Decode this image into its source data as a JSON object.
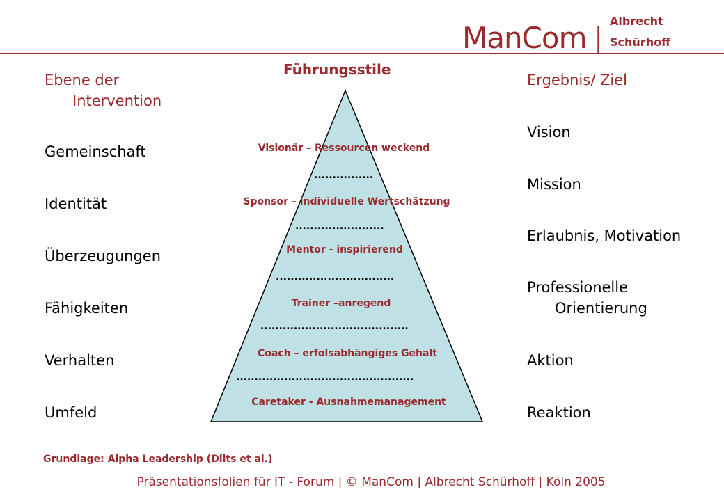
{
  "logo": {
    "brand": "ManCom",
    "separator": "|",
    "name": "Albrecht Schürhoff"
  },
  "colors": {
    "accent": "#9b2a2e",
    "pyramid_fill": "#bfe0e4"
  },
  "diagram_title": "Führungsstile",
  "left_column": {
    "header_line1": "Ebene der",
    "header_line2": "Intervention",
    "items": [
      "Gemeinschaft",
      "Identität",
      "Überzeugungen",
      "Fähigkeiten",
      "Verhalten",
      "Umfeld"
    ]
  },
  "right_column": {
    "header": "Ergebnis/ Ziel",
    "items": [
      "Vision",
      "Mission",
      "Erlaubnis, Motivation",
      "Professionelle",
      "Orientierung",
      "Aktion",
      "Reaktion"
    ]
  },
  "pyramid": {
    "levels": [
      "Visionär – Ressourcen weckend",
      "Sponsor – individuelle Wertschätzung",
      "Mentor - inspirierend",
      "Trainer –anregend",
      "Coach – erfolsabhängiges Gehalt",
      "Caretaker - Ausnahmemanagement"
    ],
    "dividers": [
      "................",
      "........................",
      "................................",
      "........................................",
      "................................................"
    ]
  },
  "source": "Grundlage: Alpha Leadership (Dilts et al.)",
  "footer": "Präsentationsfolien für IT - Forum |  © ManCom  |  Albrecht Schürhoff  |  Köln 2005"
}
